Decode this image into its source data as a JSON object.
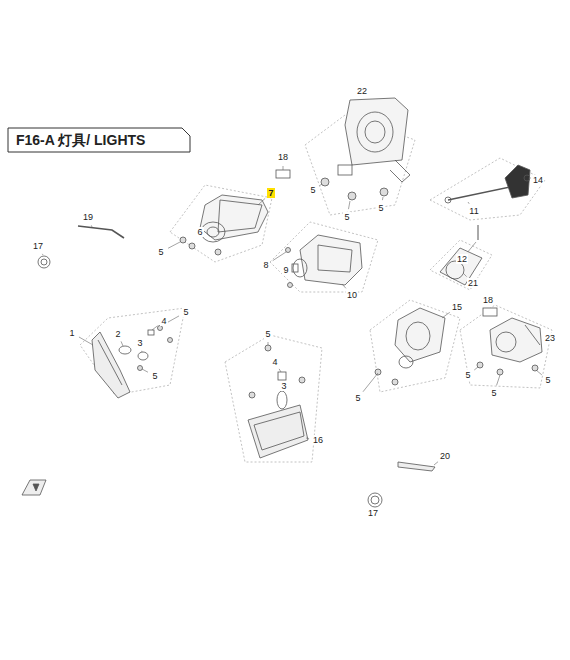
{
  "diagram": {
    "title": "F16-A 灯具/ LIGHTS",
    "labels": [
      "18",
      "7",
      "22",
      "14",
      "5",
      "5",
      "5",
      "19",
      "5",
      "6",
      "17",
      "11",
      "12",
      "8",
      "9",
      "10",
      "21",
      "18",
      "15",
      "23",
      "1",
      "2",
      "3",
      "4",
      "5",
      "5",
      "5",
      "4",
      "3",
      "16",
      "5",
      "5",
      "5",
      "5",
      "20",
      "17"
    ]
  }
}
